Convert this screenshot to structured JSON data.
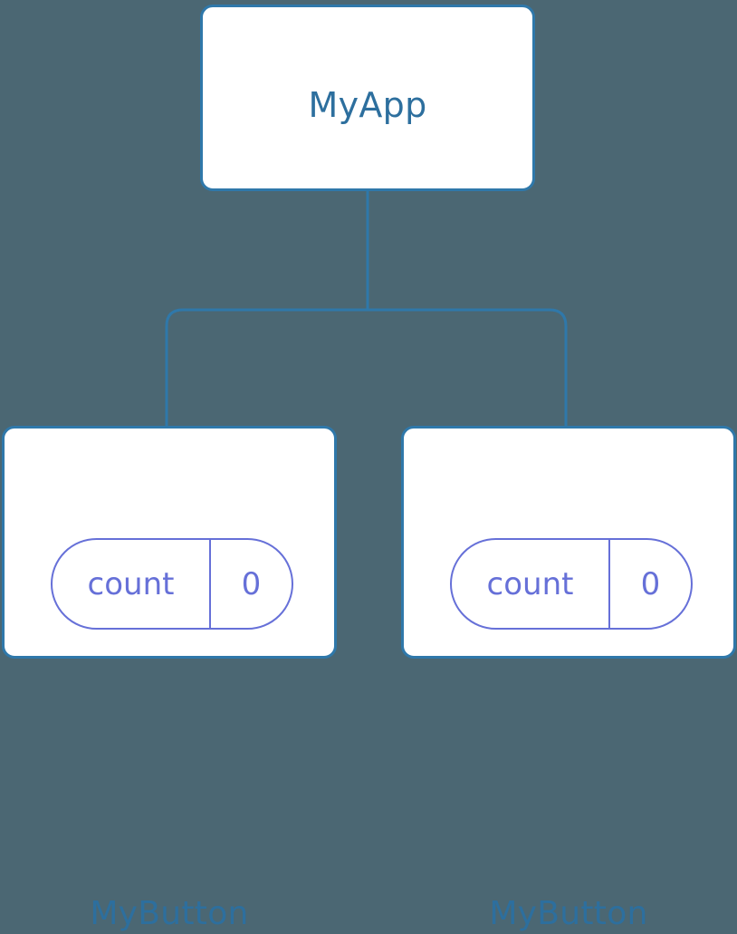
{
  "diagram": {
    "type": "component-tree",
    "background_color": "#4b6773",
    "node_fill": "#ffffff",
    "node_border_color": "#2f78aa",
    "title_color": "#2d6f9e",
    "state_color": "#6670d8",
    "connector_color": "#2f78aa"
  },
  "root": {
    "label": "MyApp"
  },
  "children": [
    {
      "label": "MyButton",
      "state": {
        "key": "count",
        "value": "0"
      }
    },
    {
      "label": "MyButton",
      "state": {
        "key": "count",
        "value": "0"
      }
    }
  ]
}
